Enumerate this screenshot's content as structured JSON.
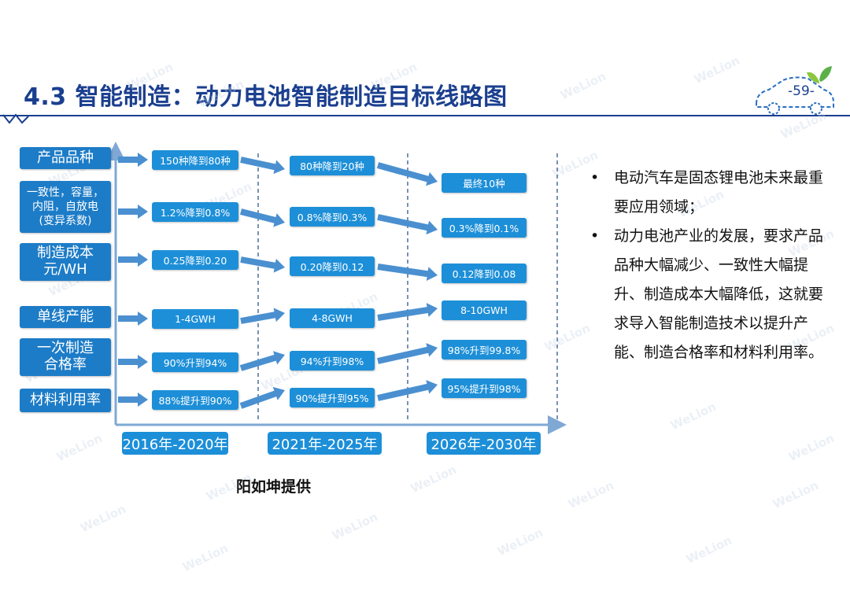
{
  "page_number": "-59-",
  "title": "4.3 智能制造：动力电池智能制造目标线路图",
  "watermark": "WeLion",
  "categories": [
    "产品品种",
    "一致性，容量，\n内阻，自放电\n(变异系数)",
    "制造成本\n元/WH",
    "单线产能",
    "一次制造\n合格率",
    "材料利用率"
  ],
  "periods": [
    "2016年-2020年",
    "2021年-2025年",
    "2026年-2030年"
  ],
  "targets": {
    "period1": [
      "150种降到80种",
      "1.2%降到0.8%",
      "0.25降到0.20",
      "1-4GWH",
      "90%升到94%",
      "88%提升到90%"
    ],
    "period2": [
      "80种降到20种",
      "0.8%降到0.3%",
      "0.20降到0.12",
      "4-8GWH",
      "94%升到98%",
      "90%提升到95%"
    ],
    "period3": [
      "最终10种",
      "0.3%降到0.1%",
      "0.12降到0.08",
      "8-10GWH",
      "98%升到99.8%",
      "95%提升到98%"
    ]
  },
  "credit": "阳如坤提供",
  "notes": [
    "电动汽车是固态锂电池未来最重要应用领域；",
    "动力电池产业的发展，要求产品品种大幅减少、一致性大幅提升、制造成本大幅降低，这就要求导入智能制造技术以提升产能、制造合格率和材料利用率。"
  ],
  "colors": {
    "title": "#1b3f8f",
    "box": "#1d8fd8",
    "category_box": "#1d7cc7",
    "arrow": "#4a90d0",
    "axis": "#7fa8d4"
  }
}
